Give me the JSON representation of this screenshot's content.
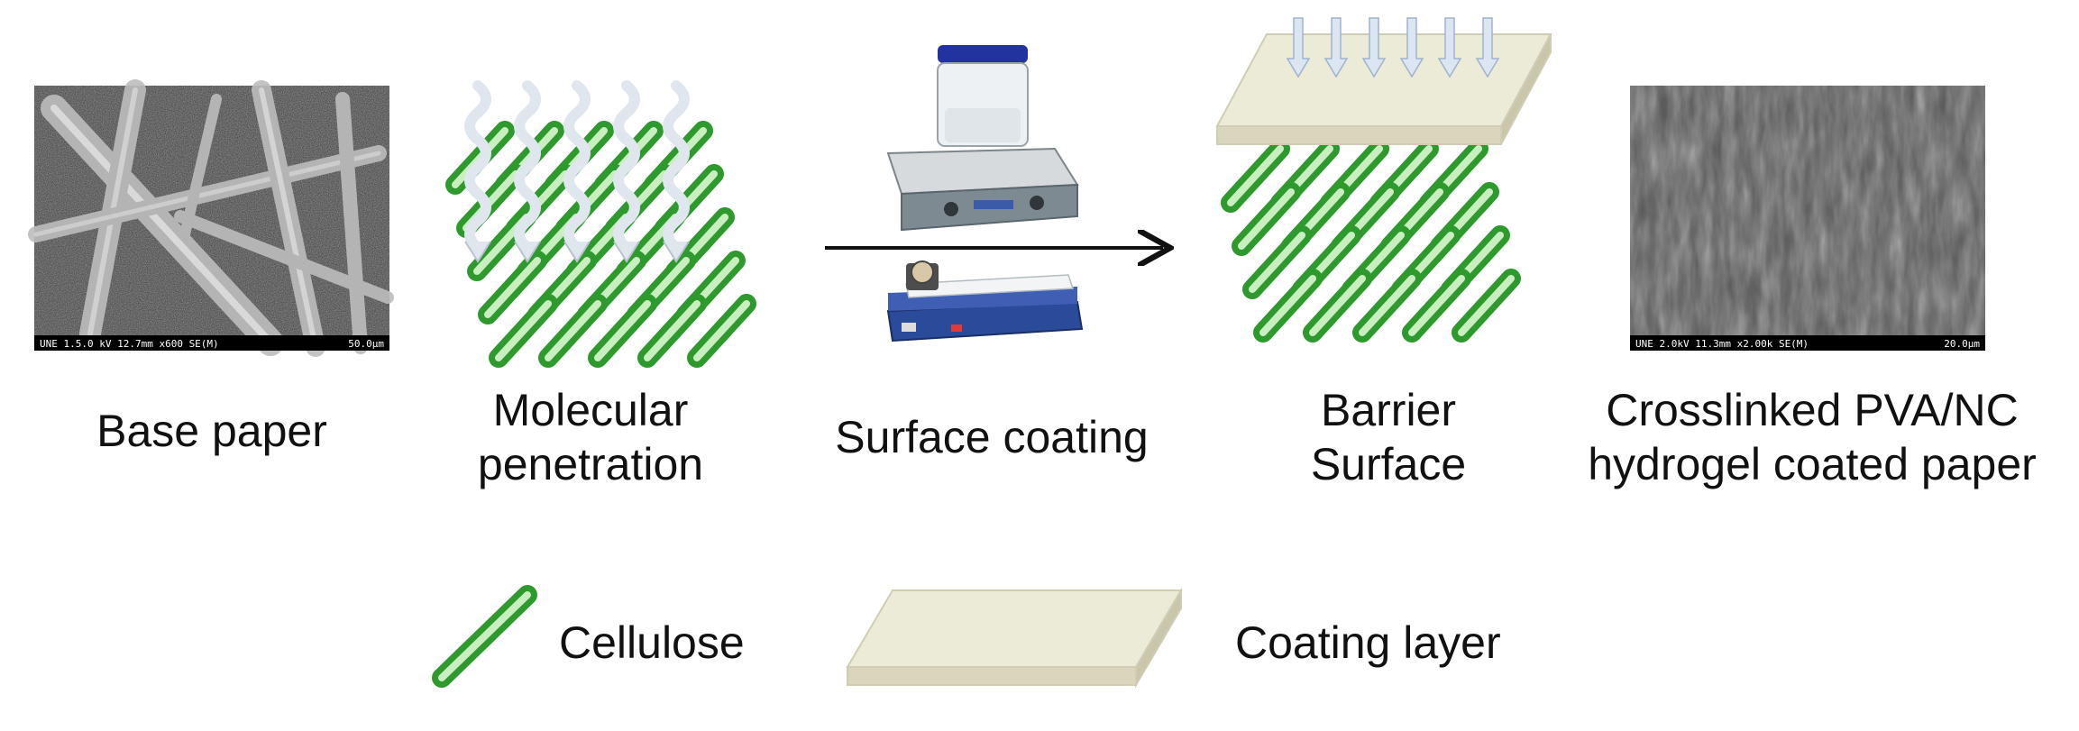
{
  "steps": {
    "base_paper": {
      "label": "Base paper",
      "sem_caption": "UNE 1.5.0 kV 12.7mm x600 SE(M)",
      "sem_scale": "50.0µm"
    },
    "molecular_penetration": {
      "line1": "Molecular",
      "line2": "penetration"
    },
    "surface_coating": {
      "label": "Surface coating"
    },
    "barrier_surface": {
      "line1": "Barrier",
      "line2": "Surface"
    },
    "coated_paper": {
      "line1": "Crosslinked PVA/NC",
      "line2": "hydrogel coated paper",
      "sem_caption": "UNE 2.0kV 11.3mm x2.00k SE(M)",
      "sem_scale": "20.0µm"
    }
  },
  "legend": {
    "cellulose": "Cellulose",
    "coating_layer": "Coating layer"
  },
  "colors": {
    "cellulose_green": "#2e9a2e",
    "cellulose_light": "#c9efc0",
    "coating_fill": "#ecebd8",
    "arrow": "#111111",
    "penetration_arrow": "#dfe6ee"
  }
}
